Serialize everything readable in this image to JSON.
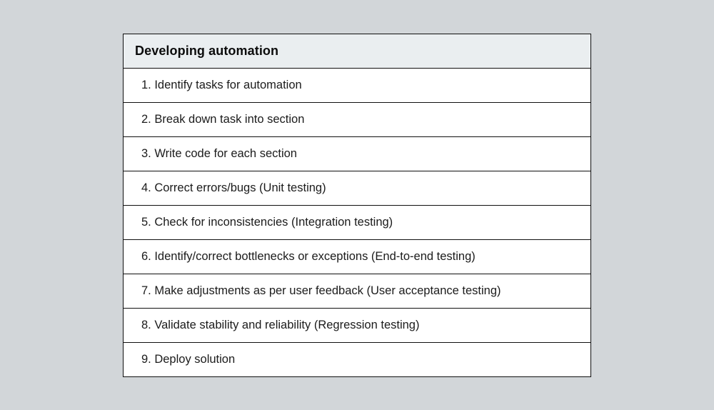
{
  "page": {
    "background_color": "#d2d6d9"
  },
  "table": {
    "title": "Developing automation",
    "header_background_color": "#eaeef0",
    "row_background_color": "#ffffff",
    "border_color": "#101010",
    "rows": [
      "1. Identify tasks for automation",
      "2. Break down task into section",
      "3. Write code for each section",
      "4. Correct errors/bugs (Unit testing)",
      "5. Check for inconsistencies (Integration testing)",
      "6. Identify/correct bottlenecks or exceptions (End-to-end testing)",
      "7. Make adjustments as per user feedback (User acceptance testing)",
      "8. Validate stability and reliability (Regression testing)",
      "9. Deploy solution"
    ]
  }
}
